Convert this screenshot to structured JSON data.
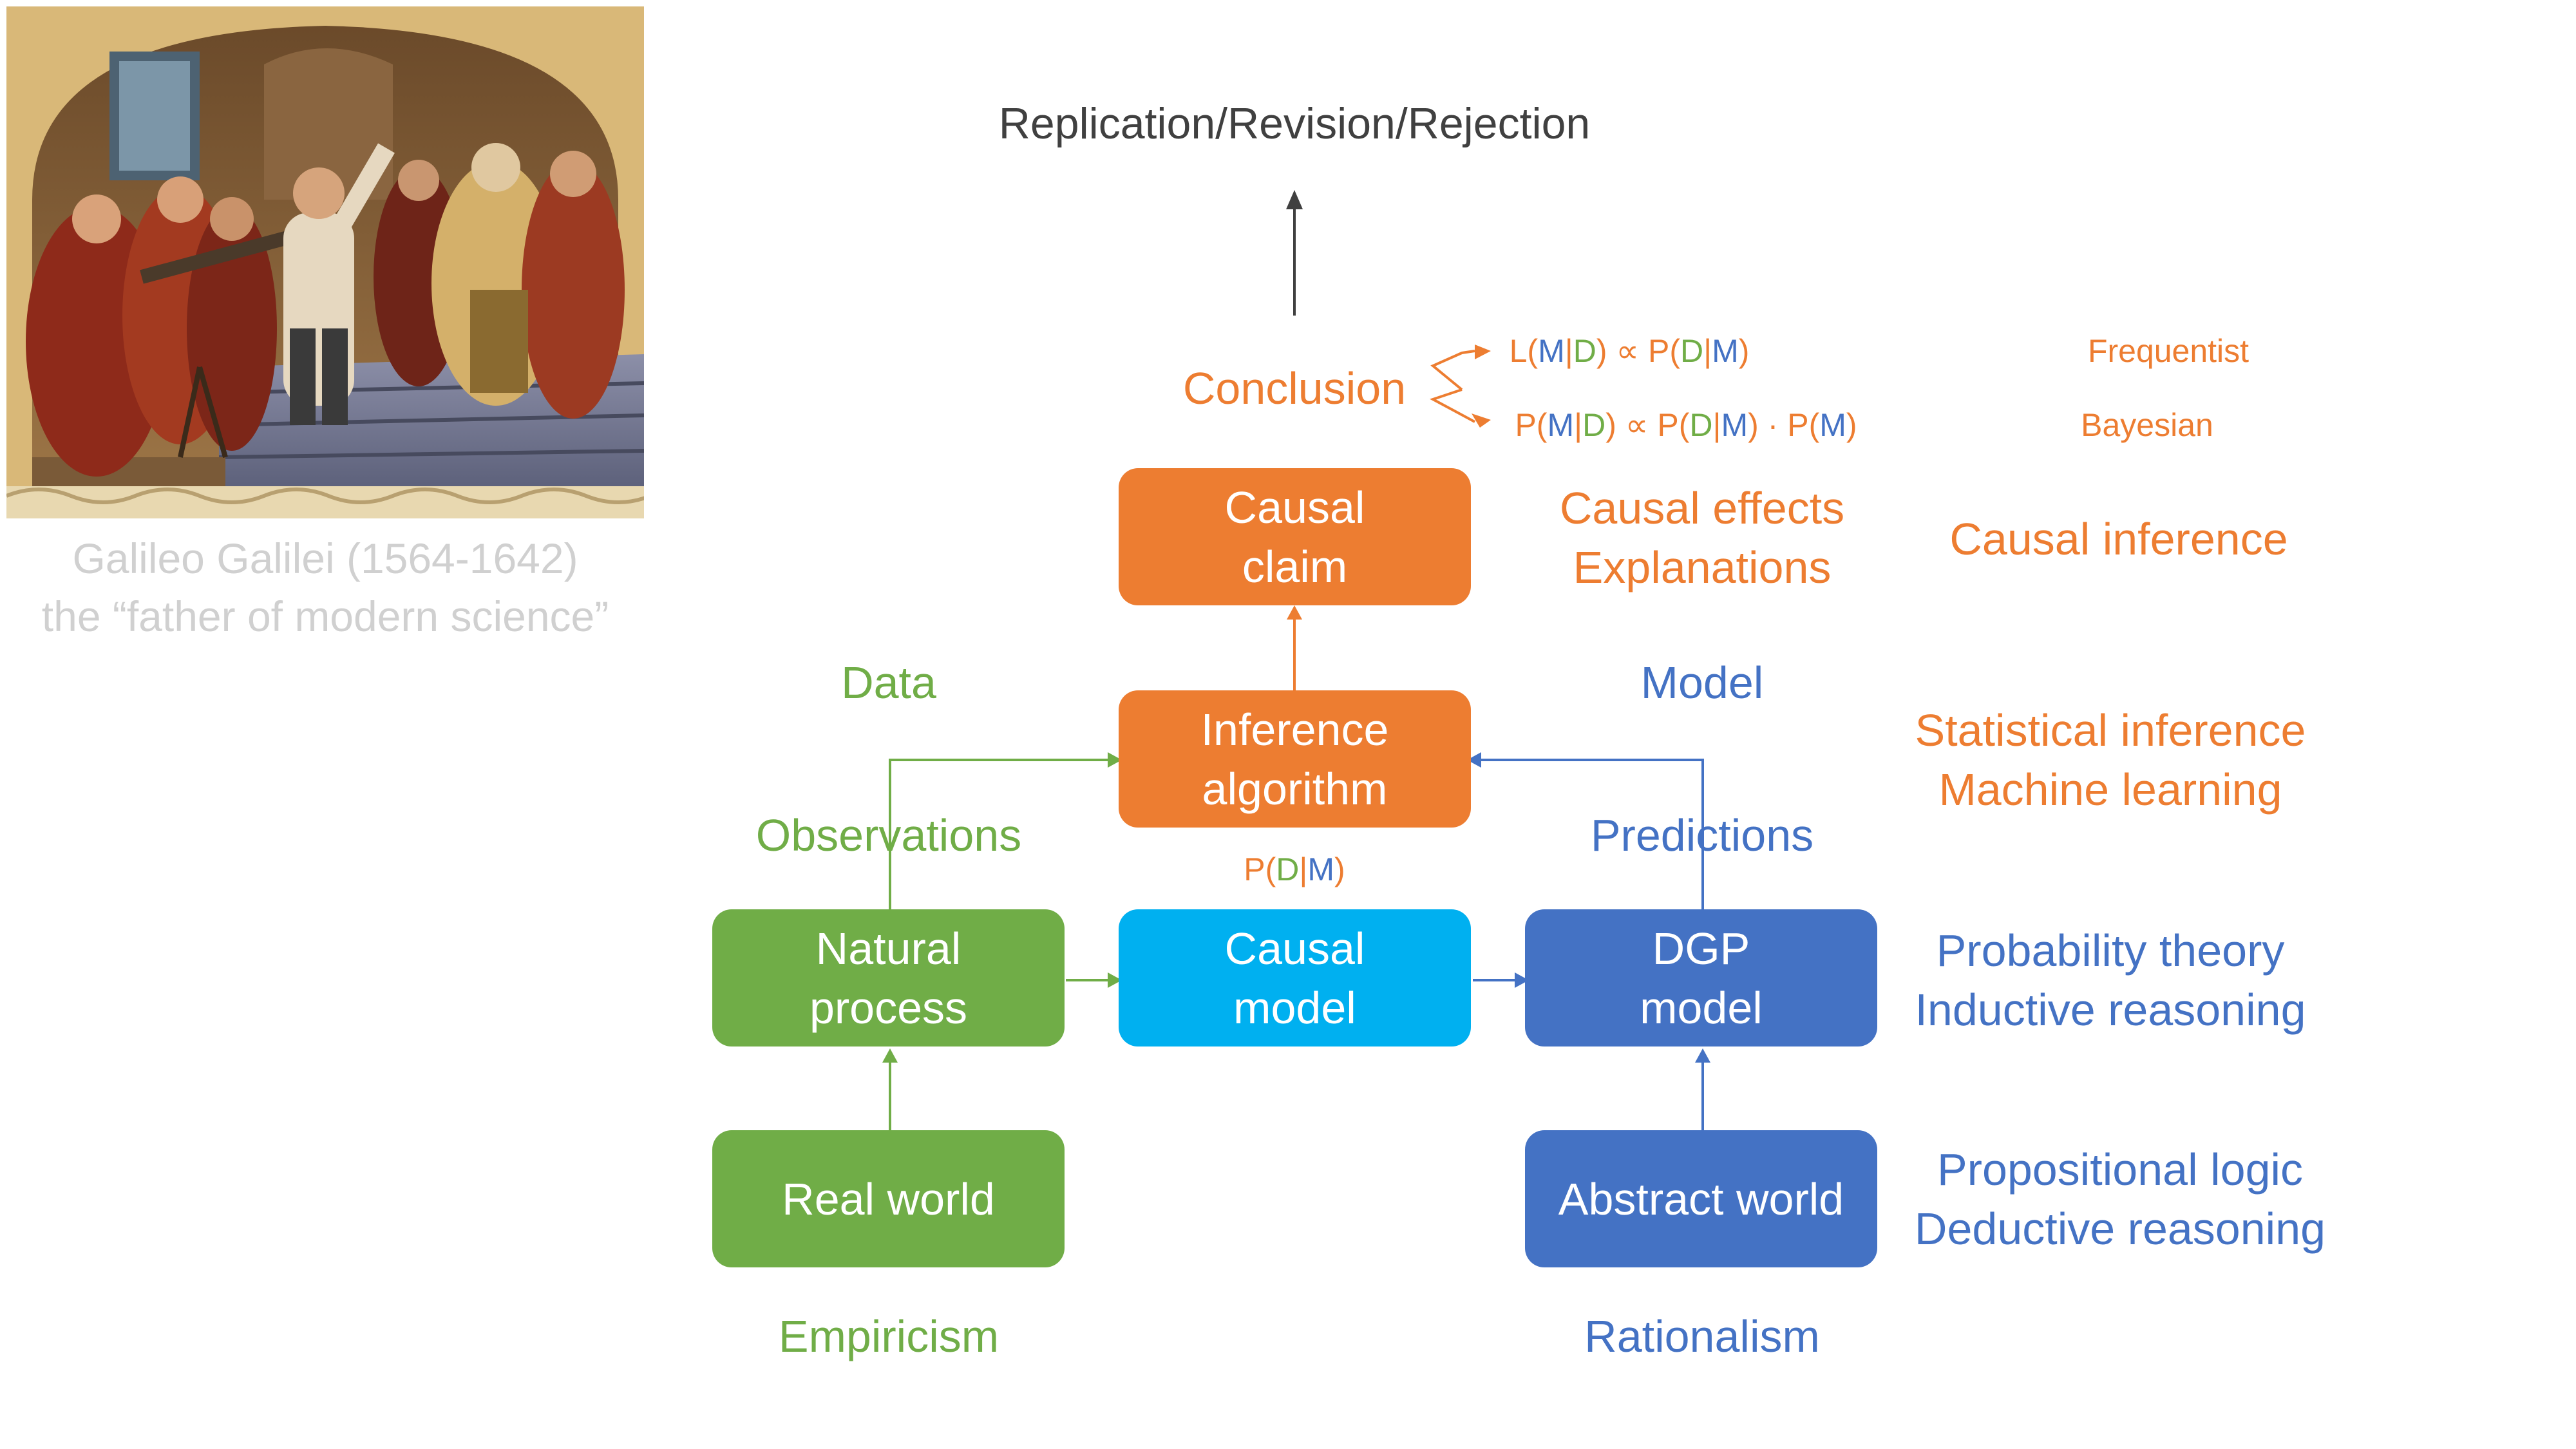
{
  "painting": {
    "caption_line1": "Galileo Galilei (1564-1642)",
    "caption_line2": "the “father of modern science”"
  },
  "top": {
    "outcome": "Replication/Revision/Rejection",
    "conclusion": "Conclusion",
    "likelihood": {
      "pre": "L(",
      "m": "M",
      "bar": "|",
      "d": "D",
      "mid": ") ∝ P(",
      "d2": "D",
      "bar2": "|",
      "m2": "M",
      "post": ")"
    },
    "posterior": {
      "pre": "P(",
      "m": "M",
      "bar": "|",
      "d": "D",
      "mid": ") ∝ P(",
      "d2": "D",
      "bar2": "|",
      "m2": "M",
      "mid2": ") · P(",
      "m3": "M",
      "post": ")"
    },
    "frequentist": "Frequentist",
    "bayesian": "Bayesian"
  },
  "boxes": {
    "causal_claim": [
      "Causal",
      "claim"
    ],
    "inference_algorithm": [
      "Inference",
      "algorithm"
    ],
    "natural_process": [
      "Natural",
      "process"
    ],
    "causal_model": [
      "Causal",
      "model"
    ],
    "dgp_model": [
      "DGP",
      "model"
    ],
    "real_world": "Real world",
    "abstract_world": "Abstract world"
  },
  "labels": {
    "causal_effects": [
      "Causal effects",
      "Explanations"
    ],
    "causal_inference": "Causal inference",
    "data": "Data",
    "model": "Model",
    "statistical": [
      "Statistical inference",
      "Machine learning"
    ],
    "observations": "Observations",
    "predictions": "Predictions",
    "pdm": {
      "pre": "P(",
      "d": "D",
      "bar": "|",
      "m": "M",
      "post": ")"
    },
    "probability": [
      "Probability theory",
      "Inductive reasoning"
    ],
    "propositional": [
      "Propositional logic",
      "Deductive reasoning"
    ],
    "empiricism": "Empiricism",
    "rationalism": "Rationalism"
  },
  "colors": {
    "green": "#70ad47",
    "blue": "#4472c4",
    "cyan": "#00b0f0",
    "orange": "#ed7d31",
    "dark": "#404040",
    "caption_grey": "#d0d0d0"
  }
}
